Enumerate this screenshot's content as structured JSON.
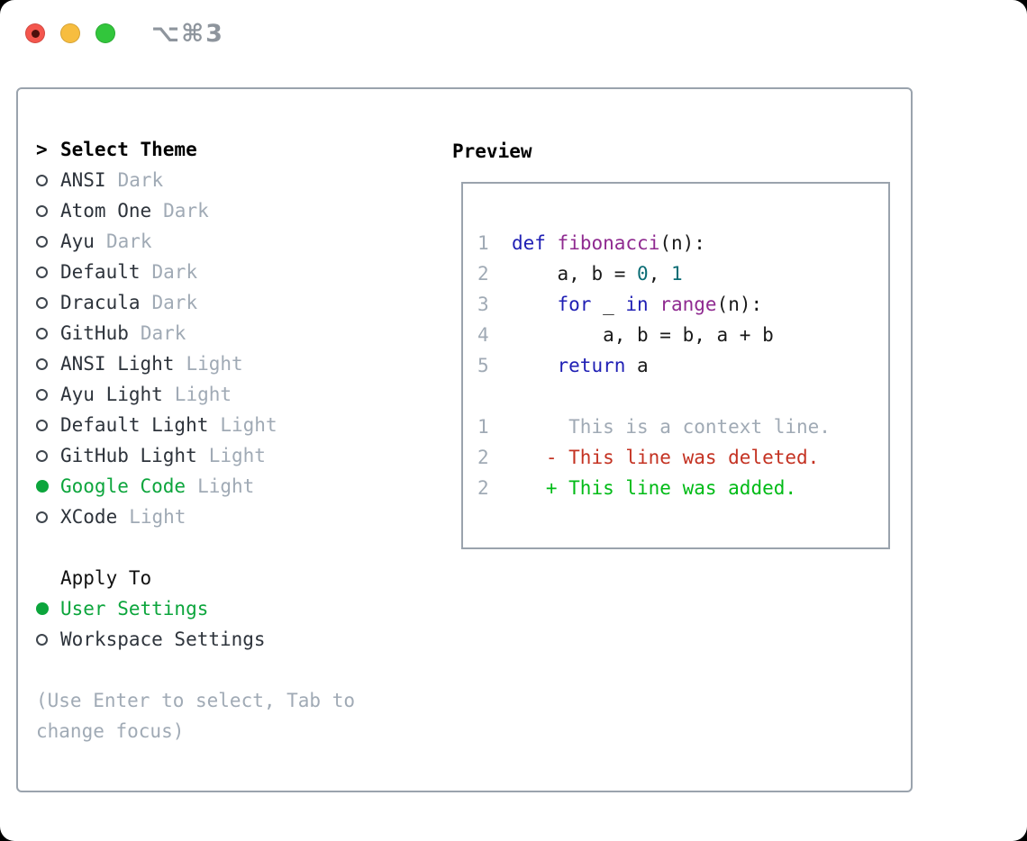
{
  "window": {
    "title_shortcut": "⌥⌘3"
  },
  "picker": {
    "cursor": ">",
    "header": "Select Theme",
    "items": [
      {
        "label": "ANSI",
        "variant": "Dark",
        "selected": false
      },
      {
        "label": "Atom One",
        "variant": "Dark",
        "selected": false
      },
      {
        "label": "Ayu",
        "variant": "Dark",
        "selected": false
      },
      {
        "label": "Default",
        "variant": "Dark",
        "selected": false
      },
      {
        "label": "Dracula",
        "variant": "Dark",
        "selected": false
      },
      {
        "label": "GitHub",
        "variant": "Dark",
        "selected": false
      },
      {
        "label": "ANSI Light",
        "variant": "Light",
        "selected": false
      },
      {
        "label": "Ayu Light",
        "variant": "Light",
        "selected": false
      },
      {
        "label": "Default Light",
        "variant": "Light",
        "selected": false
      },
      {
        "label": "GitHub Light",
        "variant": "Light",
        "selected": false
      },
      {
        "label": "Google Code",
        "variant": "Light",
        "selected": true
      },
      {
        "label": "XCode",
        "variant": "Light",
        "selected": false
      }
    ],
    "apply_to": {
      "header": "Apply To",
      "options": [
        {
          "label": "User Settings",
          "selected": true
        },
        {
          "label": "Workspace Settings",
          "selected": false
        }
      ]
    },
    "help_text": "(Use Enter to select, Tab to change focus)"
  },
  "preview": {
    "header": "Preview",
    "lines": [
      {
        "name": "code-line-1",
        "segs": [
          [
            "lnum",
            "1"
          ],
          [
            "pln",
            "  "
          ],
          [
            "kwd",
            "def"
          ],
          [
            "pln",
            " "
          ],
          [
            "fn",
            "fibonacci"
          ],
          [
            "pln",
            "(n):"
          ]
        ]
      },
      {
        "name": "code-line-2",
        "segs": [
          [
            "lnum",
            "2"
          ],
          [
            "pln",
            "      a, b = "
          ],
          [
            "lit",
            "0"
          ],
          [
            "pln",
            ", "
          ],
          [
            "lit",
            "1"
          ]
        ]
      },
      {
        "name": "code-line-3",
        "segs": [
          [
            "lnum",
            "3"
          ],
          [
            "pln",
            "      "
          ],
          [
            "kwd",
            "for"
          ],
          [
            "pln",
            " _ "
          ],
          [
            "kwd",
            "in"
          ],
          [
            "pln",
            " "
          ],
          [
            "fn",
            "range"
          ],
          [
            "pln",
            "(n):"
          ]
        ]
      },
      {
        "name": "code-line-4",
        "segs": [
          [
            "lnum",
            "4"
          ],
          [
            "pln",
            "          a, b = b, a + b"
          ]
        ]
      },
      {
        "name": "code-line-5",
        "segs": [
          [
            "lnum",
            "5"
          ],
          [
            "pln",
            "      "
          ],
          [
            "kwd",
            "return"
          ],
          [
            "pln",
            " a"
          ]
        ]
      },
      {
        "name": "blank-line",
        "segs": []
      },
      {
        "name": "diff-context-line",
        "segs": [
          [
            "lnum",
            "1"
          ],
          [
            "ctx",
            "       This is a context line."
          ]
        ]
      },
      {
        "name": "diff-deleted-line",
        "segs": [
          [
            "lnum",
            "2"
          ],
          [
            "del",
            "     - This line was deleted."
          ]
        ]
      },
      {
        "name": "diff-added-line",
        "segs": [
          [
            "lnum",
            "2"
          ],
          [
            "add",
            "     + This line was added."
          ]
        ]
      }
    ]
  },
  "colors": {
    "sel-green": "#0ca53c",
    "add-green": "#00bb16",
    "del-red": "#c43222",
    "kwd-blue": "#1f1fb4",
    "fn-purple": "#8f2a90",
    "lit-teal": "#0b6d75",
    "muted-gray": "#a0aab5",
    "text-dark": "#2d333b",
    "border-gray": "#9aa3ad"
  }
}
